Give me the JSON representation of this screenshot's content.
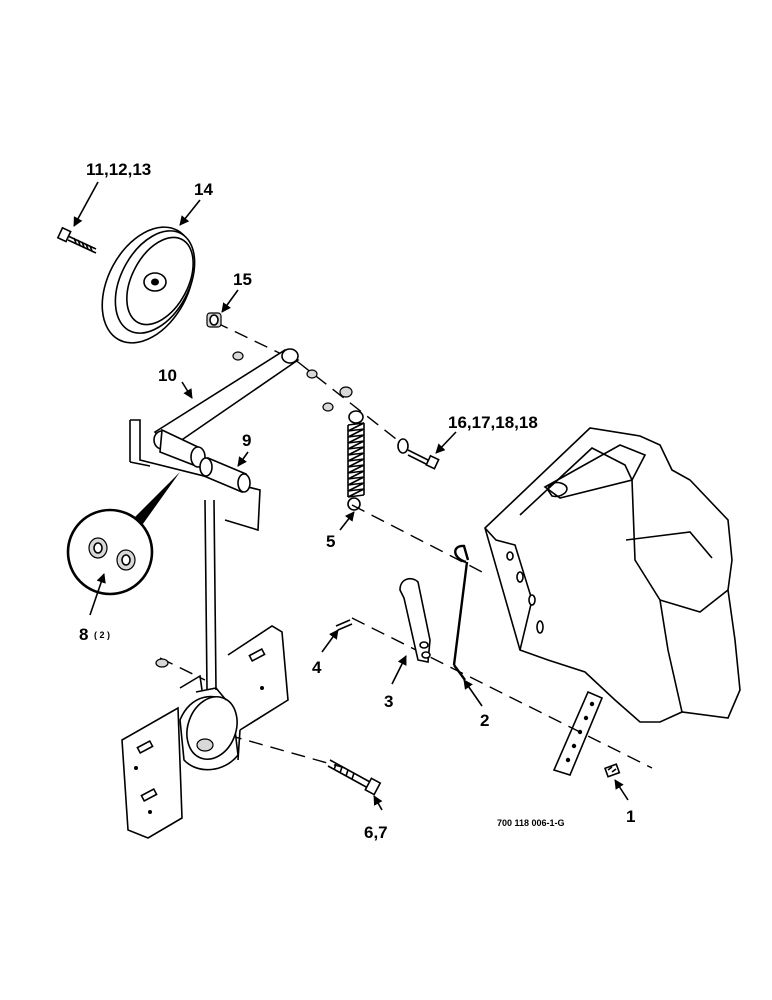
{
  "drawing_number": "700 118 006-1-G",
  "callouts": {
    "c1": "1",
    "c2": "2",
    "c3": "3",
    "c4": "4",
    "c5": "5",
    "c67": "6,7",
    "c8": "8",
    "c8_qty": "( 2 )",
    "c9": "9",
    "c10": "10",
    "c111213": "11,12,13",
    "c14": "14",
    "c15": "15",
    "c16": "16,17,18,18"
  }
}
